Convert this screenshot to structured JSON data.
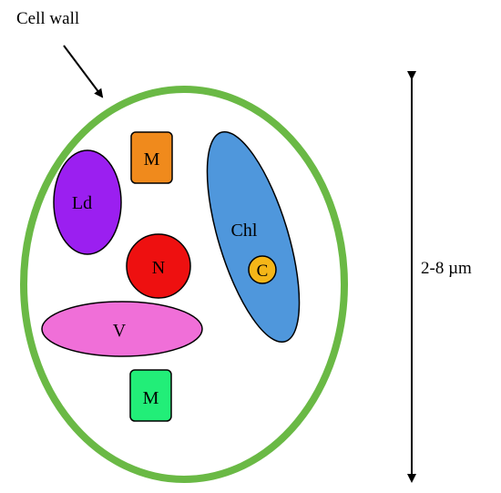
{
  "labels": {
    "cell_wall": "Cell wall",
    "mitochondrion_top": "M",
    "lipid_droplet": "Ld",
    "nucleus": "N",
    "chloroplast": "Chl",
    "c_body": "C",
    "vacuole": "V",
    "mitochondrion_bottom": "M",
    "scale": "2-8 µm"
  },
  "colors": {
    "cell_wall": "#6ab945",
    "mitochondrion_top": "#f08a1c",
    "lipid_droplet": "#9b1ff0",
    "nucleus": "#ee1010",
    "chloroplast": "#4f97dc",
    "c_body": "#f5b618",
    "vacuole": "#f06fd8",
    "mitochondrion_bottom": "#22ee78",
    "outline": "#000000"
  }
}
